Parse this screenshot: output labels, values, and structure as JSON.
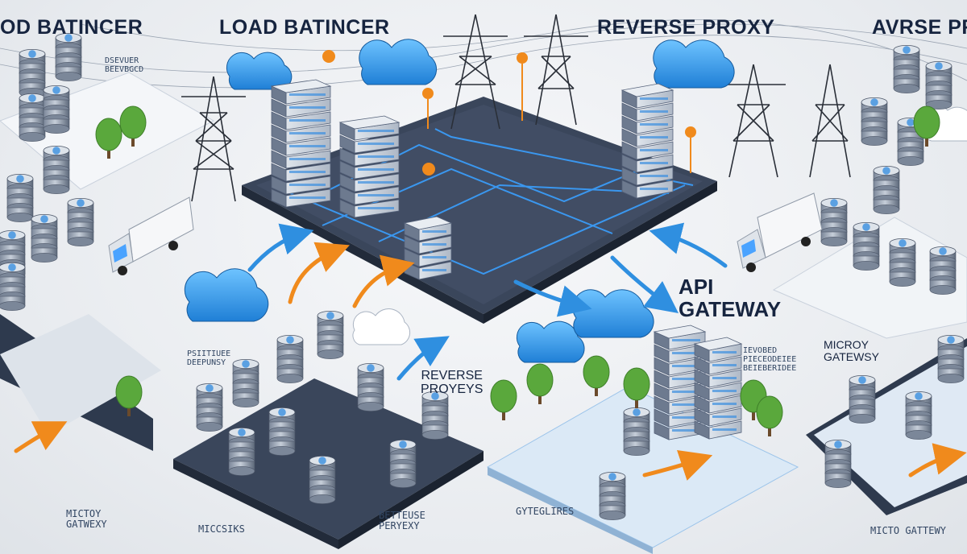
{
  "titles": {
    "left": "OD BATINCER",
    "center_left": "LOAD BATINCER",
    "center_right": "REVERSE PROXY",
    "right": "AVRSE PR"
  },
  "labels": {
    "api_gateway_line1": "API",
    "api_gateway_line2": "GATEWAY",
    "reverse_proyeys_line1": "REVERSE",
    "reverse_proyeys_line2": "PROYEYS",
    "microy_gateway_right_line1": "MICROY",
    "microy_gateway_right_line2": "GATEWSY",
    "microy_gateway_left_line1": "MICTOY",
    "microy_gateway_left_line2": "GATWEXY",
    "bottom_left_scribble": "MICCSIKS",
    "bottom_center_scribble_line1": "BETTEUSE",
    "bottom_center_scribble_line2": "PERYEXY",
    "bottom_right_scribble": "MICTO GATTEWY",
    "bottom_mid_scribble": "GYTEGLIRES",
    "top_left_small_line1": "DSEVUER",
    "top_left_small_line2": "BEEVBGCD",
    "left_mid_small_line1": "PSIITIUEE",
    "left_mid_small_line2": "DEEPUNSY",
    "api_small_line1": "IEVOBED",
    "api_small_line2": "PIECEODEIEE",
    "api_small_line3": "BEIEBERIDEE"
  },
  "colors": {
    "accent_blue": "#2f8fe0",
    "accent_orange": "#f08a1c",
    "platform_dark": "#2e3a4e",
    "tree_green": "#5aa83c",
    "text_navy": "#16243f"
  }
}
